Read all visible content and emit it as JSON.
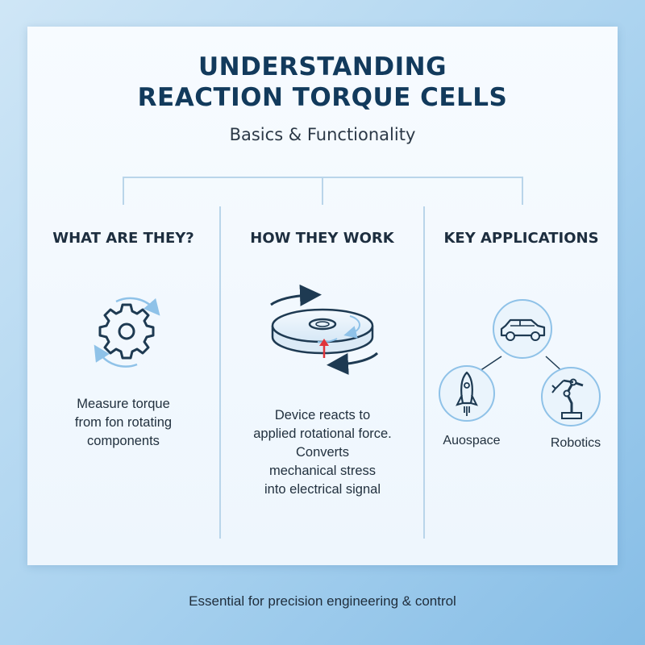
{
  "title": {
    "line1": "UNDERSTANDING",
    "line2": "REACTION TORQUE CELLS",
    "subtitle": "Basics & Functionality"
  },
  "columns": [
    {
      "heading": "WHAT ARE THEY?",
      "icon": "gear-with-rotation-arrows-icon",
      "description": [
        "Measure torque",
        "from fon rotating",
        "components"
      ]
    },
    {
      "heading": "HOW THEY WORK",
      "icon": "torque-disc-icon",
      "description": [
        "Device reacts to",
        "applied rotational force.",
        "Converts",
        "mechanical stress",
        "into electrical signal"
      ]
    },
    {
      "heading": "KEY APPLICATIONS",
      "icon": "application-network-icon",
      "applications": [
        {
          "label": "",
          "icon": "car-icon"
        },
        {
          "label": "Auospace",
          "icon": "rocket-icon"
        },
        {
          "label": "Robotics",
          "icon": "robot-arm-icon"
        }
      ]
    }
  ],
  "footer": "Essential for precision engineering & control",
  "colors": {
    "title": "#123a5c",
    "accent_line": "#b9d5ea",
    "icon_stroke": "#1e3a52",
    "arrow_light": "#8fc2e8",
    "arrow_red": "#e0343a"
  }
}
